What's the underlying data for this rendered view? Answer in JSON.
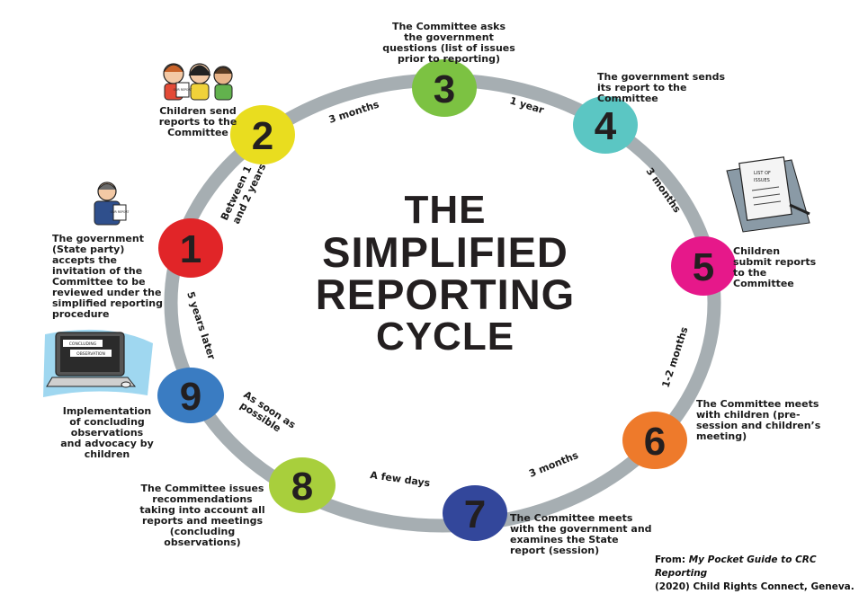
{
  "title": {
    "line1": "THE",
    "line2": "SIMPLIFIED",
    "line3": "REPORTING",
    "line4": "CYCLE"
  },
  "colors": {
    "ring": "#a6aeb2",
    "step1": "#e12528",
    "step2": "#e9dd1f",
    "step3": "#7cc242",
    "step4": "#5bc6c3",
    "step5": "#e6188a",
    "step6": "#ee7a2b",
    "step7": "#33479b",
    "step8": "#a8cf3c",
    "step9": "#3a7cc2"
  },
  "steps": [
    {
      "number": "1",
      "text": "The government (State party) accepts the invitation of the Committee to be reviewed under the simplified reporting procedure"
    },
    {
      "number": "2",
      "text": "Children send reports to the Committee"
    },
    {
      "number": "3",
      "text": "The Committee asks the government questions (list of issues prior to reporting)"
    },
    {
      "number": "4",
      "text": "The government sends its report to the Committee"
    },
    {
      "number": "5",
      "text": "Children submit reports to the Committee"
    },
    {
      "number": "6",
      "text": "The Committee meets with children (pre-session and children’s meeting)"
    },
    {
      "number": "7",
      "text": "The Committee meets with the government and examines the State report (session)"
    },
    {
      "number": "8",
      "text": "The Committee issues recommendations taking into account all reports and meetings (concluding observations)"
    },
    {
      "number": "9",
      "text": "Implementation of concluding observations and advocacy by children"
    }
  ],
  "intervals": {
    "i1_2a": "Between 1",
    "i1_2b": "and 2 years",
    "i2_3": "3 months",
    "i3_4": "1 year",
    "i4_5": "3 months",
    "i5_6": "1-2 months",
    "i6_7": "3 months",
    "i7_8": "A few days",
    "i8_9a": "As soon as",
    "i8_9b": "possible",
    "i9_1": "5 years later"
  },
  "illustrations": {
    "children_sign": "OUR REPORT",
    "gov_sign": "OUR REPORT",
    "issues_a": "LIST OF",
    "issues_b": "ISSUES",
    "screen_a": "CONCLUDING",
    "screen_b": "OBSERVATION"
  },
  "source": {
    "prefix": "From: ",
    "book": "My Pocket Guide to CRC Reporting",
    "line2": "(2020) Child Rights Connect, Geneva."
  }
}
